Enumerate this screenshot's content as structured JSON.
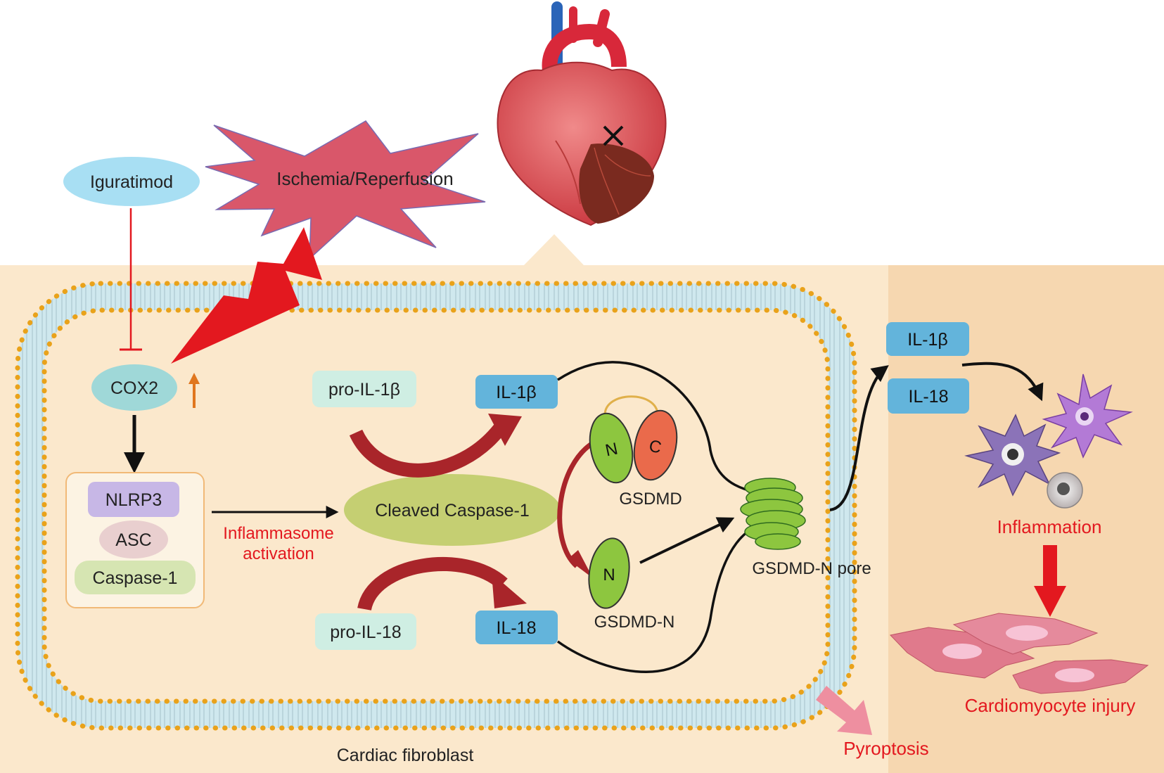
{
  "colors": {
    "background": "#ffffff",
    "cell_region": "#fbe8cc",
    "extracellular_region": "#f6d7b0",
    "membrane_fill": "#cfe8ee",
    "lipid_head": "#e9a21a",
    "burst": "#d9576a",
    "lightning": "#e3181f",
    "inhibit_line": "#e3181f",
    "red_label": "#e3181f",
    "cleavage_arrow": "#a9252a",
    "il_box": "#63b4db",
    "pro_box": "#cfeee3",
    "nlrp3": "#c7b7e6",
    "asc": "#e9cfcf",
    "caspase1": "#d6e5b2",
    "cleaved_caspase": "#c5cf72",
    "gsdmd_n": "#8dc63f",
    "gsdmd_c": "#ea6a4b",
    "pyroptosis_arrow": "#ee8fa0",
    "cardiomyocyte": "#e07a8c",
    "iguratimod": "#a8dff3",
    "cox2": "#9fd8d8"
  },
  "labels": {
    "iguratimod": "Iguratimod",
    "ischemia": "Ischemia/Reperfusion",
    "cox2": "COX2",
    "nlrp3": "NLRP3",
    "asc": "ASC",
    "caspase1": "Caspase-1",
    "inflammasome_line1": "Inflammasome",
    "inflammasome_line2": "activation",
    "cleaved_caspase": "Cleaved Caspase-1",
    "pro_il1b": "pro-IL-1β",
    "pro_il18": "pro-IL-18",
    "il1b": "IL-1β",
    "il18": "IL-18",
    "gsdmd_n_letter": "N",
    "gsdmd_c_letter": "C",
    "gsdmd": "GSDMD",
    "gsdmd_n": "GSDMD-N",
    "pore": "GSDMD-N pore",
    "ext_il1b": "IL-1β",
    "ext_il18": "IL-18",
    "inflammation": "Inflammation",
    "cardiomyocyte_injury": "Cardiomyocyte injury",
    "pyroptosis": "Pyroptosis",
    "cardiac_fibroblast": "Cardiac fibroblast"
  },
  "icons": {
    "heart": "infarcted-heart-icon",
    "infarct_mark": "x-mark-icon",
    "up_arrow": "upregulation-arrow-icon",
    "immune_cells": "immune-cell-icon",
    "cardiomyocytes": "cardiomyocyte-icon"
  }
}
